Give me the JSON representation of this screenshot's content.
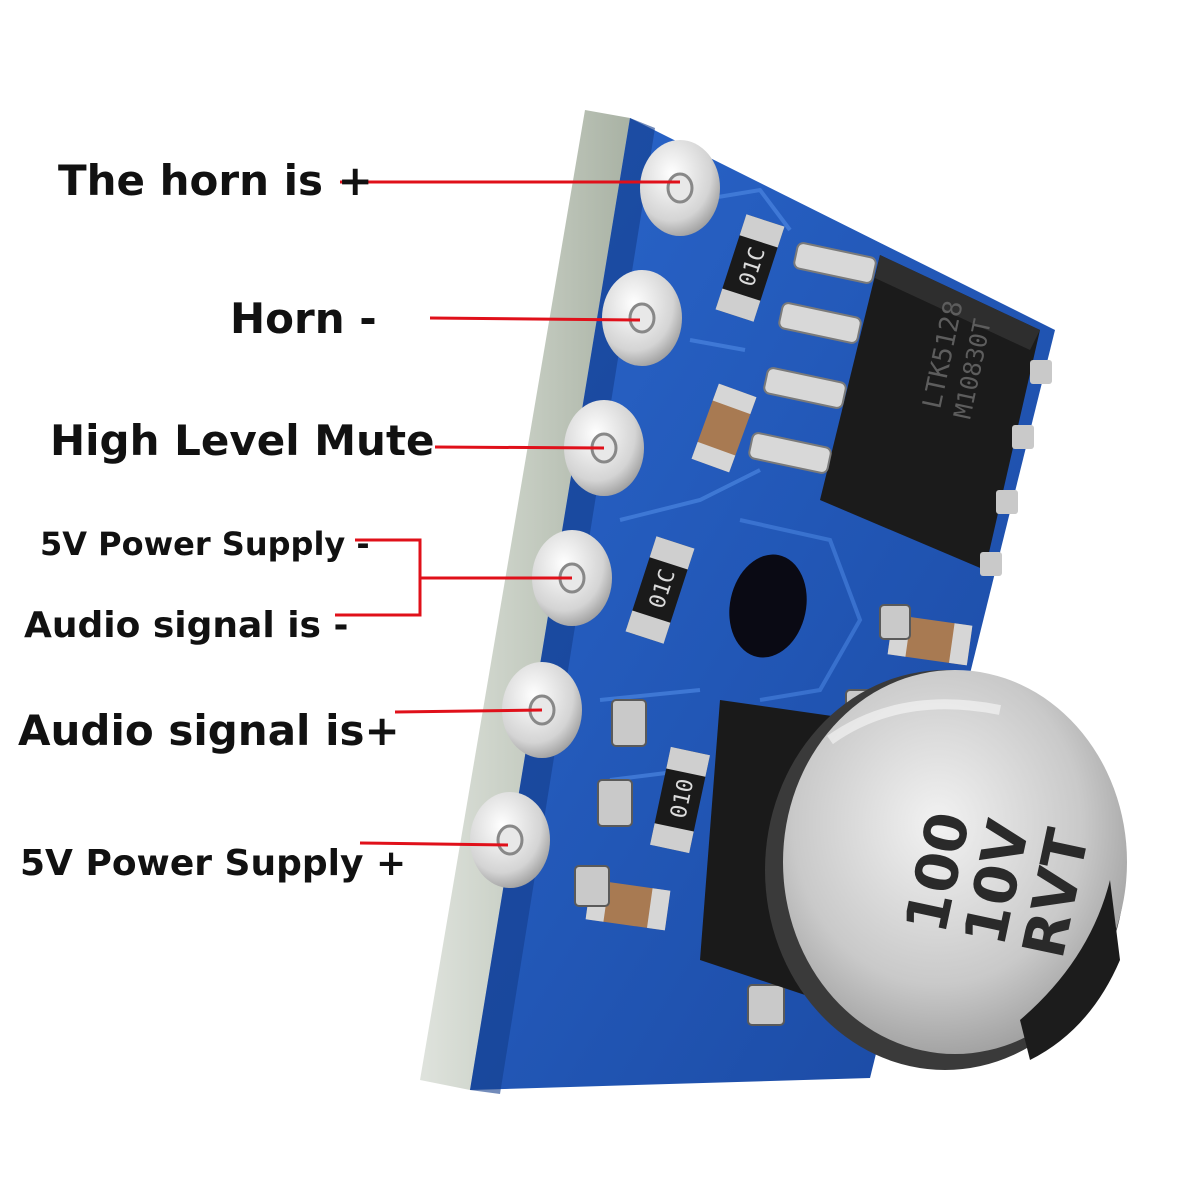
{
  "labels": {
    "horn_plus": "The horn is +",
    "horn_minus": "Horn -",
    "mute": "High Level Mute",
    "power_minus": "5V Power Supply -",
    "audio_minus": "Audio signal is -",
    "audio_plus": "Audio signal is+",
    "power_plus": "5V Power Supply +"
  },
  "board": {
    "ic_marking": [
      "LTK5128",
      "M10830T"
    ],
    "resistor_marking": "01C",
    "resistor_marking_2": "01C",
    "resistor_marking_3": "010",
    "capacitor_marking": [
      "100",
      "10V",
      "RVT"
    ]
  },
  "colors": {
    "leader_line": "#e0101a",
    "pcb_blue": "#1e56b8",
    "text": "#111111"
  }
}
